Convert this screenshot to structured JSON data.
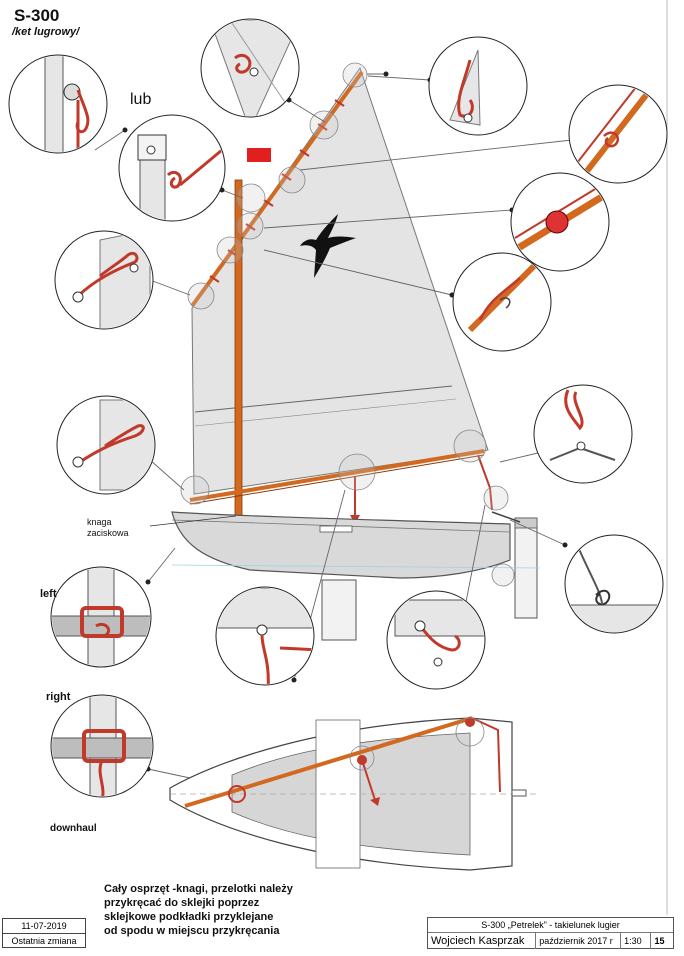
{
  "header": {
    "title": "S-300",
    "subtitle": "/ket lugrowy/"
  },
  "labels": {
    "lub": "lub",
    "knaga": [
      "knaga",
      "zaciskowa"
    ],
    "left": "left",
    "right": "right",
    "downhaul": "downhaul"
  },
  "note": [
    "Cały osprzęt -knagi, przelotki należy",
    "przykręcać do sklejki poprzez",
    "sklejkowe podkładki  przyklejane",
    "od spodu w miejscu przykręcania"
  ],
  "date_box": {
    "date": "11-07-2019",
    "label": "Ostatnia zmiana"
  },
  "title_block": {
    "project": "S-300 „Petrelek” - takielunek lugier",
    "author": "Wojciech Kasprzak",
    "date": "październik  2017 r",
    "scale": "1:30",
    "sheet": "15"
  },
  "colors": {
    "spar": "#d2691e",
    "rope": "#c0392b",
    "sail": "#e6e6e6",
    "hull": "#dcdcdc",
    "flag": "#e02020"
  }
}
